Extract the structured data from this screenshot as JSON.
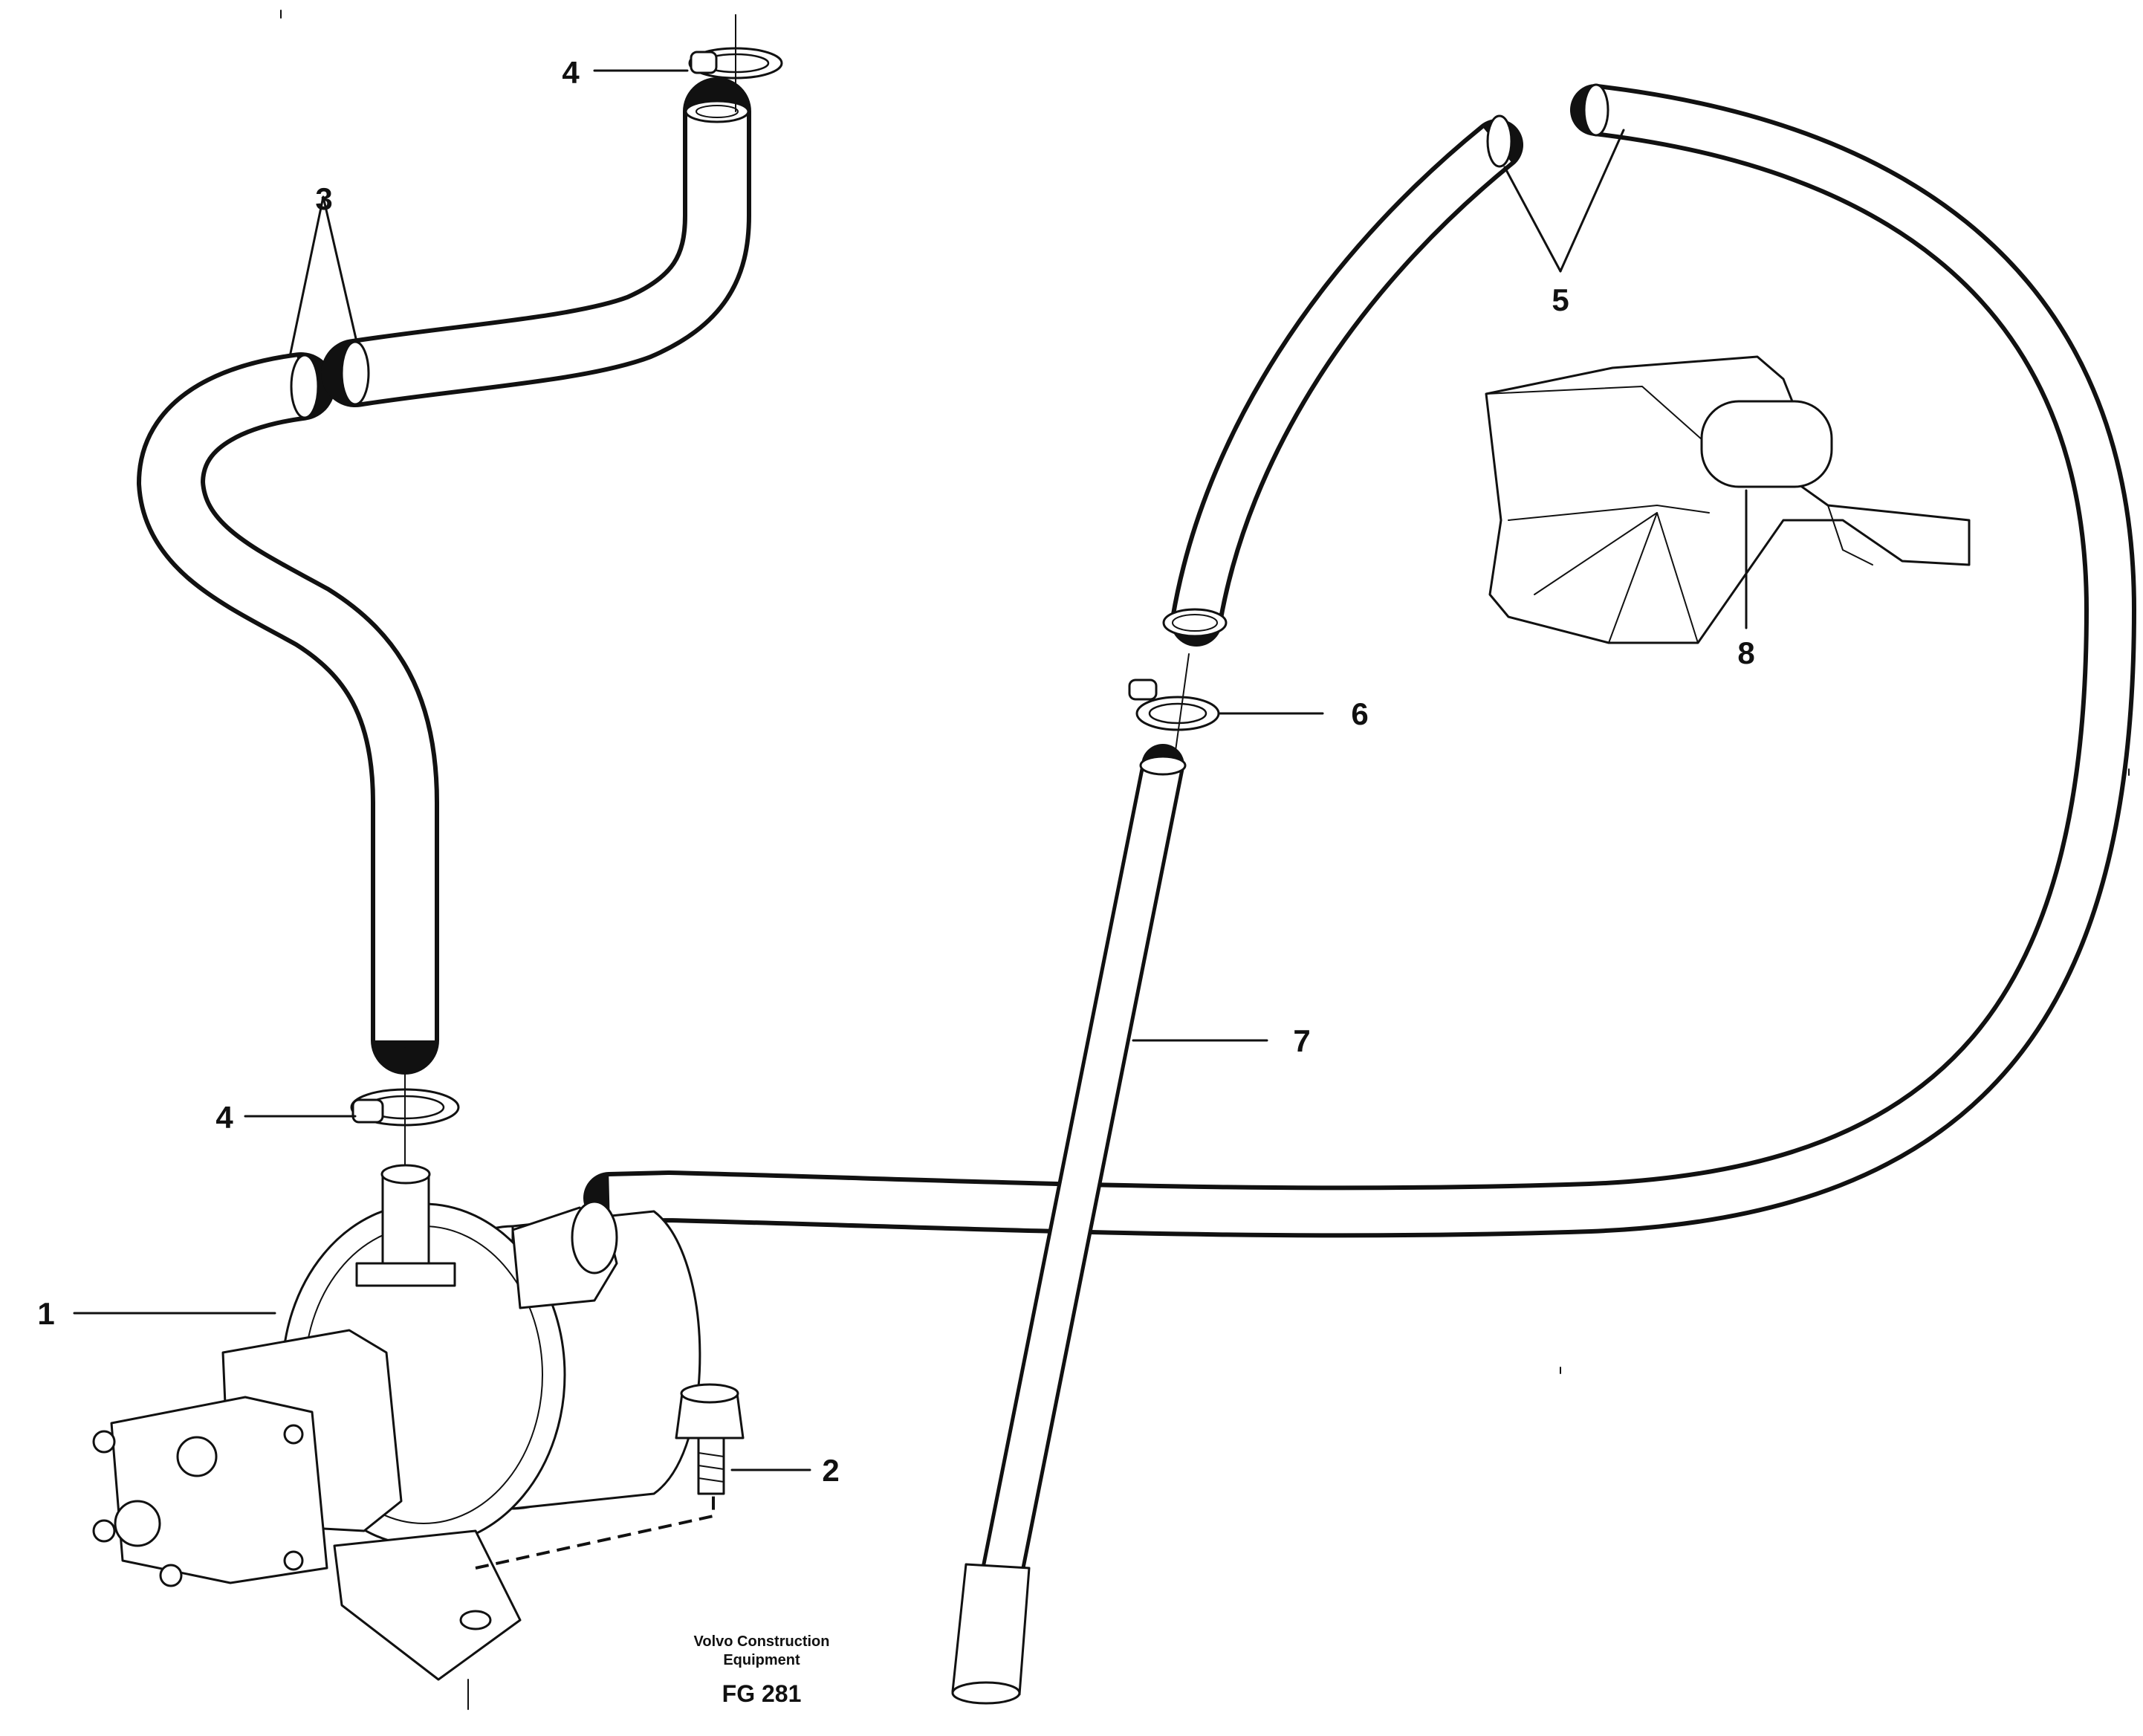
{
  "diagram": {
    "callouts": {
      "c1": "1",
      "c2": "2",
      "c3": "3",
      "c4a": "4",
      "c4b": "4",
      "c5": "5",
      "c6": "6",
      "c7": "7",
      "c8": "8"
    },
    "caption": {
      "maker_line1": "Volvo Construction",
      "maker_line2": "Equipment",
      "figure_code": "FG 281"
    }
  }
}
